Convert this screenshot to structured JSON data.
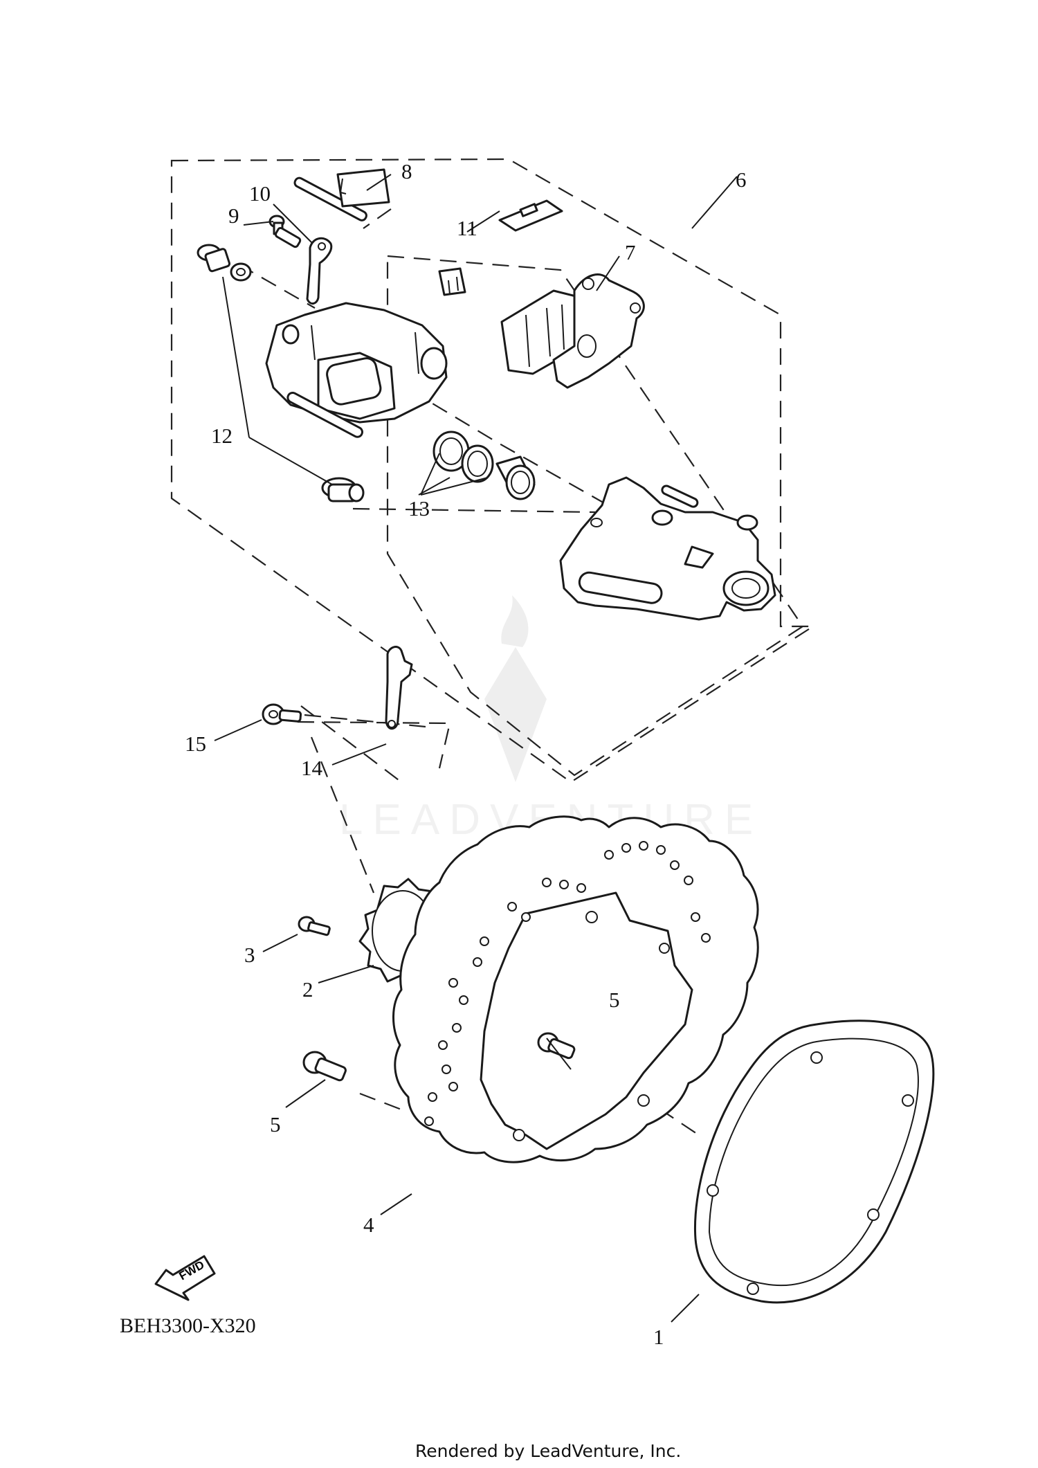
{
  "diagram_code": "BEH3300-X320",
  "footer": "Rendered by LeadVenture, Inc.",
  "watermark": "LEADVENTURE",
  "fwd_arrow_text": "FWD",
  "callouts": [
    {
      "id": "c1",
      "label": "1"
    },
    {
      "id": "c2",
      "label": "2"
    },
    {
      "id": "c3",
      "label": "3"
    },
    {
      "id": "c4",
      "label": "4"
    },
    {
      "id": "c5a",
      "label": "5"
    },
    {
      "id": "c5b",
      "label": "5"
    },
    {
      "id": "c6",
      "label": "6"
    },
    {
      "id": "c7",
      "label": "7"
    },
    {
      "id": "c8",
      "label": "8"
    },
    {
      "id": "c9",
      "label": "9"
    },
    {
      "id": "c10",
      "label": "10"
    },
    {
      "id": "c11",
      "label": "11"
    },
    {
      "id": "c12",
      "label": "12"
    },
    {
      "id": "c13",
      "label": "13"
    },
    {
      "id": "c14",
      "label": "14"
    },
    {
      "id": "c15",
      "label": "15"
    }
  ]
}
